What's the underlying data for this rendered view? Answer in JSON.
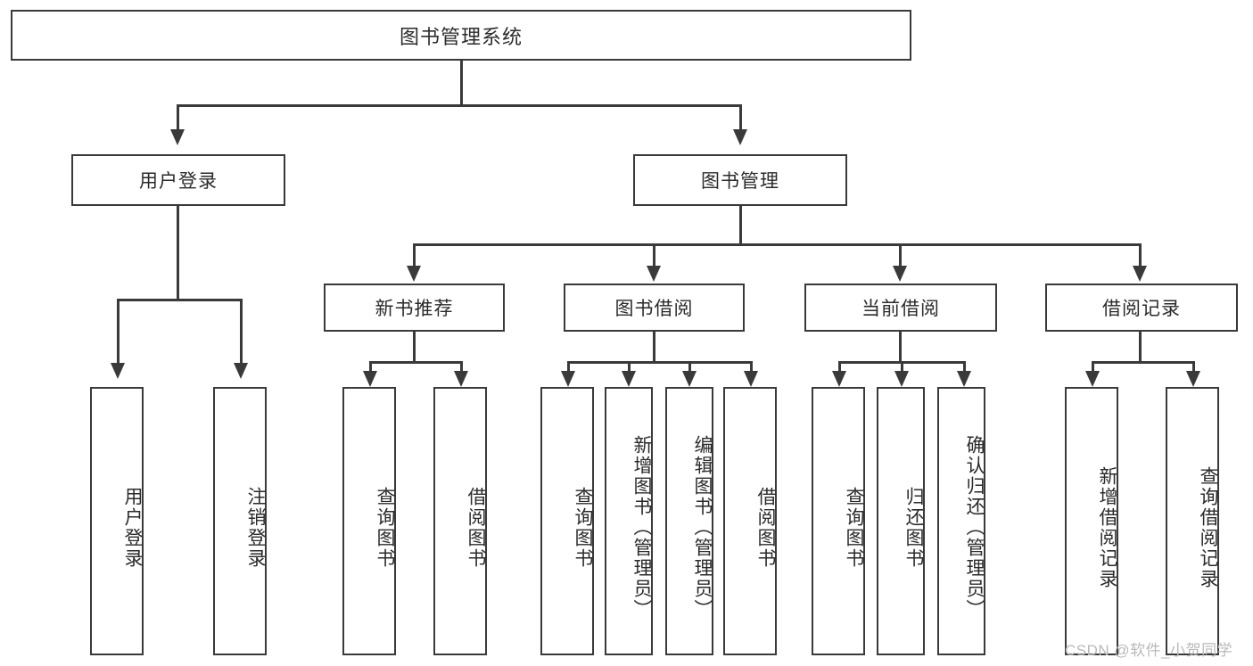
{
  "diagram": {
    "type": "hierarchical-tree",
    "title": "图书管理系统",
    "root": {
      "label": "图书管理系统"
    },
    "level2": [
      {
        "label": "用户登录"
      },
      {
        "label": "图书管理"
      }
    ],
    "level3": [
      {
        "label": "新书推荐"
      },
      {
        "label": "图书借阅"
      },
      {
        "label": "当前借阅"
      },
      {
        "label": "借阅记录"
      }
    ],
    "leaves": {
      "user_login": [
        {
          "label": "用户登录"
        },
        {
          "label": "注销登录"
        }
      ],
      "new_book_recommend": [
        {
          "label": "查询图书"
        },
        {
          "label": "借阅图书"
        }
      ],
      "book_borrow": [
        {
          "label": "查询图书"
        },
        {
          "label": "新增图书（管理员）"
        },
        {
          "label": "编辑图书（管理员）"
        },
        {
          "label": "借阅图书"
        }
      ],
      "current_borrow": [
        {
          "label": "查询图书"
        },
        {
          "label": "归还图书"
        },
        {
          "label": "确认归还（管理员）"
        }
      ],
      "borrow_record": [
        {
          "label": "新增借阅记录"
        },
        {
          "label": "查询借阅记录"
        }
      ]
    }
  },
  "watermark": {
    "text": "CSDN @软件_小贺同学"
  },
  "colors": {
    "line": "#3a3a3a",
    "text": "#2b2b2b",
    "background": "#ffffff",
    "watermark": "#b9b9b9"
  }
}
